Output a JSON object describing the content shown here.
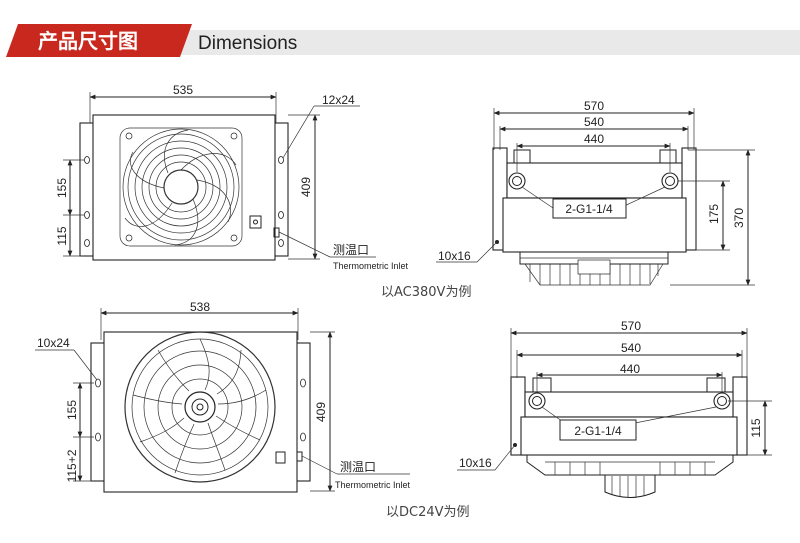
{
  "header": {
    "title_cn": "产品尺寸图",
    "title_en": "Dimensions"
  },
  "ac_front": {
    "width_dim": "535",
    "hole_dim": "12x24",
    "height_dim": "409",
    "upper_dim": "155",
    "lower_dim": "115",
    "inlet_cn": "测温口",
    "inlet_en": "Thermometric Inlet"
  },
  "ac_side": {
    "dim_570": "570",
    "dim_540": "540",
    "dim_440": "440",
    "port": "2-G1-1/4",
    "dim_175": "175",
    "dim_370": "370",
    "hole_dim": "10x16"
  },
  "ac_caption": "以AC380V为例",
  "dc_front": {
    "width_dim": "538",
    "hole_dim": "10x24",
    "height_dim": "409",
    "upper_dim": "155",
    "lower_dim": "115+2",
    "inlet_cn": "测温口",
    "inlet_en": "Thermometric Inlet"
  },
  "dc_side": {
    "dim_570": "570",
    "dim_540": "540",
    "dim_440": "440",
    "port": "2-G1-1/4",
    "dim_115": "115",
    "hole_dim": "10x16"
  },
  "dc_caption": "以DC24V为例",
  "colors": {
    "header_red": "#c8281e",
    "header_gray": "#e9e9e9",
    "line": "#222222"
  }
}
